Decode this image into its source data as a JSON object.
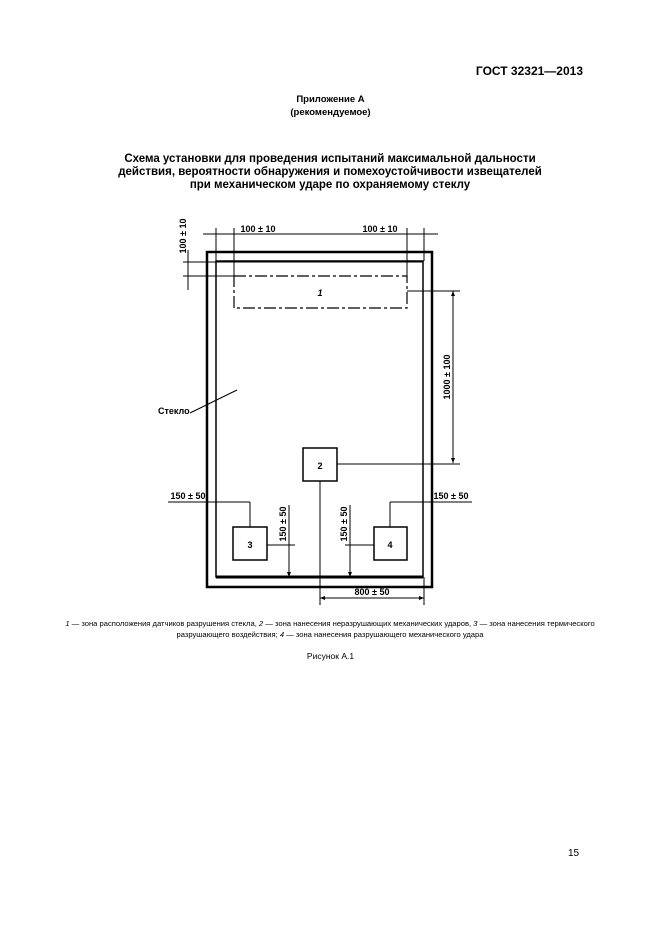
{
  "header": {
    "doc_code": "ГОСТ 32321—2013"
  },
  "appendix": {
    "title": "Приложение А",
    "status": "(рекомендуемое)"
  },
  "figure_title": [
    "Схема установки для проведения испытаний максимальной дальности",
    "действия, вероятности обнаружения и помехоустойчивости извещателей",
    "при механическом ударе по охраняемому стеклу"
  ],
  "diagram": {
    "glass_label": "Стекло",
    "zones": [
      "1",
      "2",
      "3",
      "4"
    ],
    "dims": {
      "top_left": "100 ± 10",
      "top_right": "100 ± 10",
      "left_vertical": "100 ± 10",
      "right_vertical": "1000 ± 100",
      "bottom_left_horizontal": "150 ± 50",
      "bottom_right_horizontal": "150 ± 50",
      "zone3_vertical": "150 ± 50",
      "zone4_vertical": "150 ± 50",
      "bottom": "800 ± 50"
    }
  },
  "caption": {
    "n1": "1",
    "t1": " — зона расположения датчиков разрушения стекла, ",
    "n2": "2",
    "t2": " — зона нанесения неразрушающих механических ударов, ",
    "n3": "3",
    "t3": " — зона нанесения термического разрушающего воздействия; ",
    "n4": "4",
    "t4": " — зона нанесения разрушающего механического удара"
  },
  "figure_label": "Рисунок А.1",
  "page_number": "15"
}
